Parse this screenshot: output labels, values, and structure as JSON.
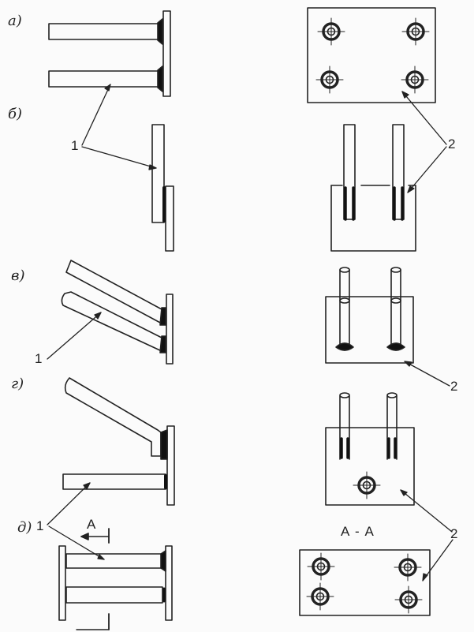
{
  "figure": {
    "variant_labels": [
      "а)",
      "б)",
      "в)",
      "г)",
      "д)"
    ],
    "callout_1": "1",
    "callout_2": "2",
    "section_marker": "А",
    "section_title": "А - А"
  },
  "colors": {
    "line": "#222222",
    "weld": "#111111",
    "paper": "#fbfbfb"
  }
}
